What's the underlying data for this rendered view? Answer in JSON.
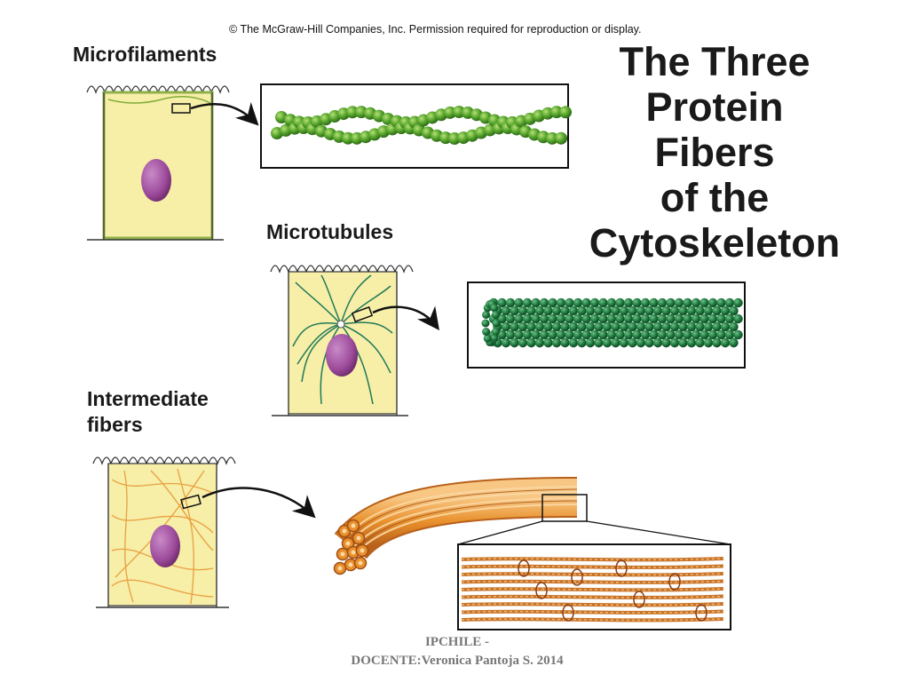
{
  "copyright": "© The McGraw-Hill Companies, Inc.  Permission required for reproduction or display.",
  "title": {
    "lines": [
      "The Three",
      "Protein",
      "Fibers",
      "of the",
      "Cytoskeleton"
    ]
  },
  "labels": {
    "microfilaments": "Microfilaments",
    "microtubules": "Microtubules",
    "intermediate_line1": "Intermediate",
    "intermediate_line2": "fibers"
  },
  "footer": {
    "line1": "IPCHILE  -",
    "line2": "DOCENTE:Veronica Pantoja S. 2014"
  },
  "colors": {
    "cell_fill": "#f7eea8",
    "nucleus": "#9c4a9a",
    "microfilament_green": "#4f9f2a",
    "microtubule_green": "#1f6b35",
    "intermediate_orange": "#e8902c"
  }
}
